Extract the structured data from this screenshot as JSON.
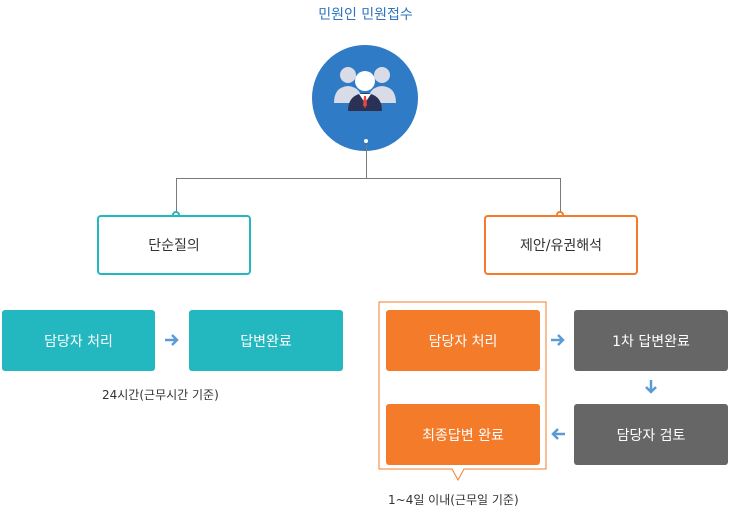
{
  "title": "민원인 민원접수",
  "icon": "people-group-icon",
  "categories": {
    "simple": "단순질의",
    "proposal": "제안/유권해석"
  },
  "simple_flow": {
    "step1": "담당자 처리",
    "step2": "답변완료",
    "note": "24시간(근무시간 기준)"
  },
  "proposal_flow": {
    "step1": "담당자 처리",
    "step2": "1차 답변완료",
    "step3": "담당자 검토",
    "step4": "최종답변 완료",
    "note": "1~4일 이내(근무일 기준)"
  },
  "colors": {
    "blue": "#2f7bc5",
    "teal": "#23b7c0",
    "orange": "#f47b2a",
    "gray": "#666666",
    "arrow": "#5b9bd5"
  }
}
